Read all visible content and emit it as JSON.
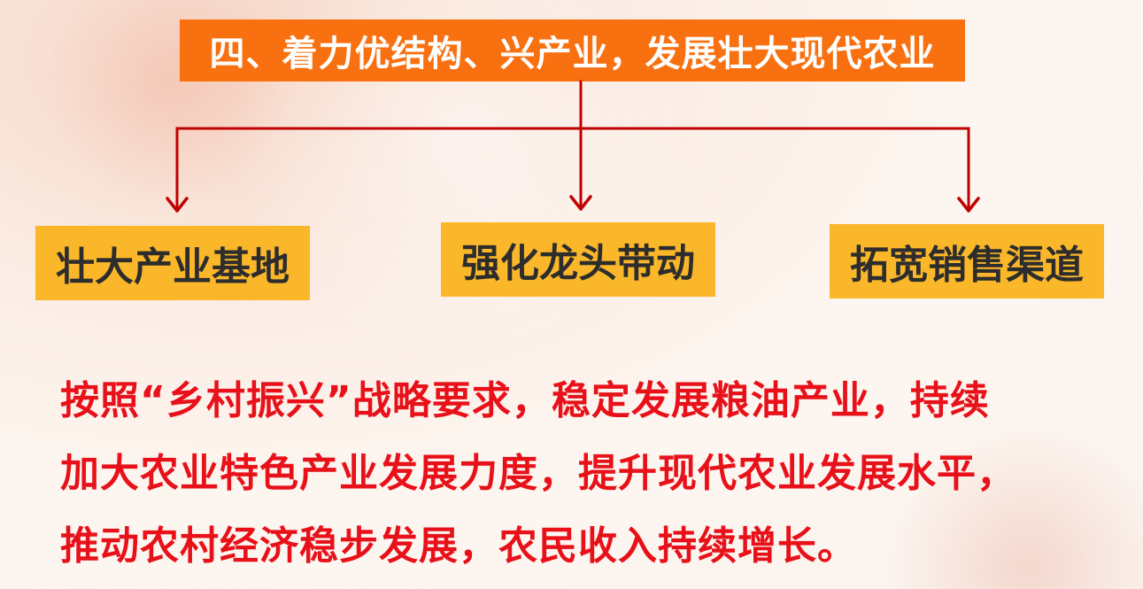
{
  "title": "四、着力优结构、兴产业，发展壮大现代农业",
  "boxes": [
    {
      "label": "壮大产业基地"
    },
    {
      "label": "强化龙头带动"
    },
    {
      "label": "拓宽销售渠道"
    }
  ],
  "paragraph": {
    "lines": [
      "按照“乡村振兴”战略要求，稳定发展粮油产业，持续",
      "加大农业特色产业发展力度，提升现代农业发展水平，",
      "推动农村经济稳步发展，农民收入持续增长。"
    ]
  },
  "colors": {
    "title_bg": "#f8700f",
    "box_bg": "#fbb72a",
    "connector": "#c00000",
    "paragraph_text": "#e8111a"
  }
}
